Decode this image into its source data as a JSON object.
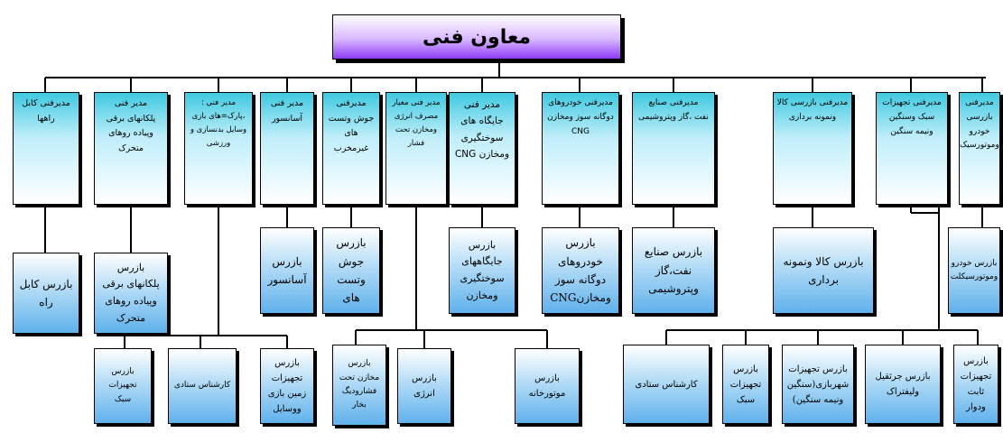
{
  "root": {
    "label": "معاون فنی"
  },
  "managers": [
    {
      "id": "m1",
      "label": "مدیرفنی کابل\nراهها"
    },
    {
      "id": "m2",
      "label": "مدیر فنی\nپلکانهای برقی\nوپیاده روهای\nمتحرک"
    },
    {
      "id": "m3",
      "label": "مدیر فنی :\n،پارک=های بازی\nوسایل بدنسازی و\nورزشی"
    },
    {
      "id": "m4",
      "label": "مدیر فنی\nآسانسور"
    },
    {
      "id": "m5",
      "label": "مدیرفنی\nجوش وتست\nهای\nغیرمخرب"
    },
    {
      "id": "m6",
      "label": "مدیر فنی معیار\nمصرف انرژی\nومخازن تحت\nفشار"
    },
    {
      "id": "m7",
      "label": "مدیر فنی\nجایگاه های\nسوختگیری\nومخازن CNG"
    },
    {
      "id": "m8",
      "label": "مدیرفنی خودروهای\nدوگانه سوز ومخازن\nCNG"
    },
    {
      "id": "m9",
      "label": "مدیرفنی صنایع\nنفت ،گاز وپتروشیمی"
    },
    {
      "id": "m10",
      "label": "مدیرفنی بازرسی کالا\nونمونه برداری"
    },
    {
      "id": "m11",
      "label": "مدیرفنی تجهیزات\nسبک وسنگین\nونیمه سنگین"
    },
    {
      "id": "m12",
      "label": "مدیرفنی\nبازرسی\nخودرو\nوموتورسیک"
    }
  ],
  "inspectors_mid": [
    {
      "id": "i1",
      "label": "بازرس کابل راه"
    },
    {
      "id": "i2",
      "label": "بازرس\nپلکانهای برقی\nوپیاده روهای\nمتحرک"
    },
    {
      "id": "i4",
      "label": "بازرس\nآسانسور"
    },
    {
      "id": "i5",
      "label": "بازرس\nجوش\nوتست\nهای"
    },
    {
      "id": "i7",
      "label": "بازرس\nجایگاههای\nسوختگیری\nومخازن"
    },
    {
      "id": "i8",
      "label": "بازرس\nخودروهای\nدوگانه سوز\nومخازنCNG"
    },
    {
      "id": "i9",
      "label": "بازرس صنایع\nنفت،گاز\nوپتروشیمی"
    },
    {
      "id": "i10",
      "label": "بازرس کالا ونمونه\nبرداری"
    },
    {
      "id": "i12",
      "label": "بازرس خودرو\nوموتورسیکلت"
    }
  ],
  "inspectors_bottom": [
    {
      "id": "b1",
      "label": "بازرس\nتجهیزات\nسبک"
    },
    {
      "id": "b2",
      "label": "کارشناس ستادی"
    },
    {
      "id": "b3",
      "label": "بازرس\nتجهیزات\nزمین بازی\nووسایل"
    },
    {
      "id": "b4",
      "label": "بازرس\nمخازن تحت\nفشارودیگ\nبخار"
    },
    {
      "id": "b5",
      "label": "بازرس انرژی"
    },
    {
      "id": "b6",
      "label": "بازرس\nموتورخانه"
    },
    {
      "id": "b7",
      "label": "کارشناس ستادی"
    },
    {
      "id": "b8",
      "label": "بازرس\nتجهیزات\nسبک"
    },
    {
      "id": "b9",
      "label": "بازرس تجهیزات\nشهربازی(سنگین\nونیمه سنگین)"
    },
    {
      "id": "b10",
      "label": "بازرس جرثقیل\nولیفتراک"
    },
    {
      "id": "b11",
      "label": "بازرس\nتجهیزات\nثابت ودوار"
    }
  ]
}
